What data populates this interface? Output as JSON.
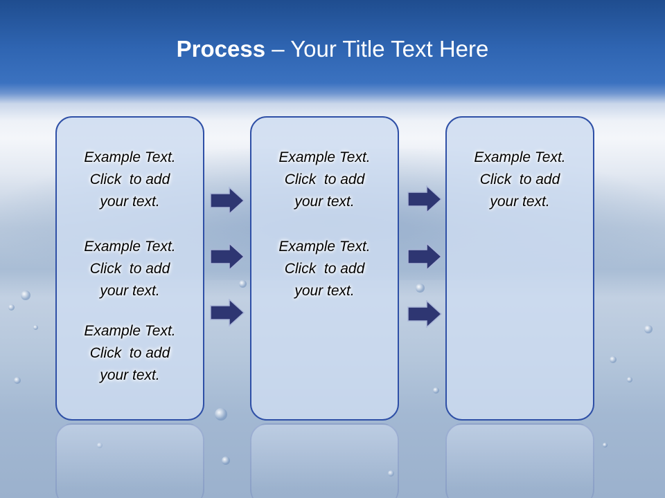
{
  "title": {
    "bold": "Process",
    "rest": " – Your Title Text Here"
  },
  "panels": [
    {
      "items": [
        {
          "line1": "Example Text.",
          "line2": "Click  to add",
          "line3": "your text."
        },
        {
          "line1": "Example Text.",
          "line2": "Click  to add",
          "line3": "your text."
        },
        {
          "line1": "Example Text.",
          "line2": "Click  to add",
          "line3": "your text."
        }
      ]
    },
    {
      "items": [
        {
          "line1": "Example Text.",
          "line2": "Click  to add",
          "line3": "your text."
        },
        {
          "line1": "Example Text.",
          "line2": "Click  to add",
          "line3": "your text."
        }
      ]
    },
    {
      "items": [
        {
          "line1": "Example Text.",
          "line2": "Click  to add",
          "line3": "your text."
        }
      ]
    }
  ],
  "colors": {
    "arrow_fill": "#2e3672",
    "panel_border": "#2e4fa6",
    "title": "#ffffff"
  }
}
